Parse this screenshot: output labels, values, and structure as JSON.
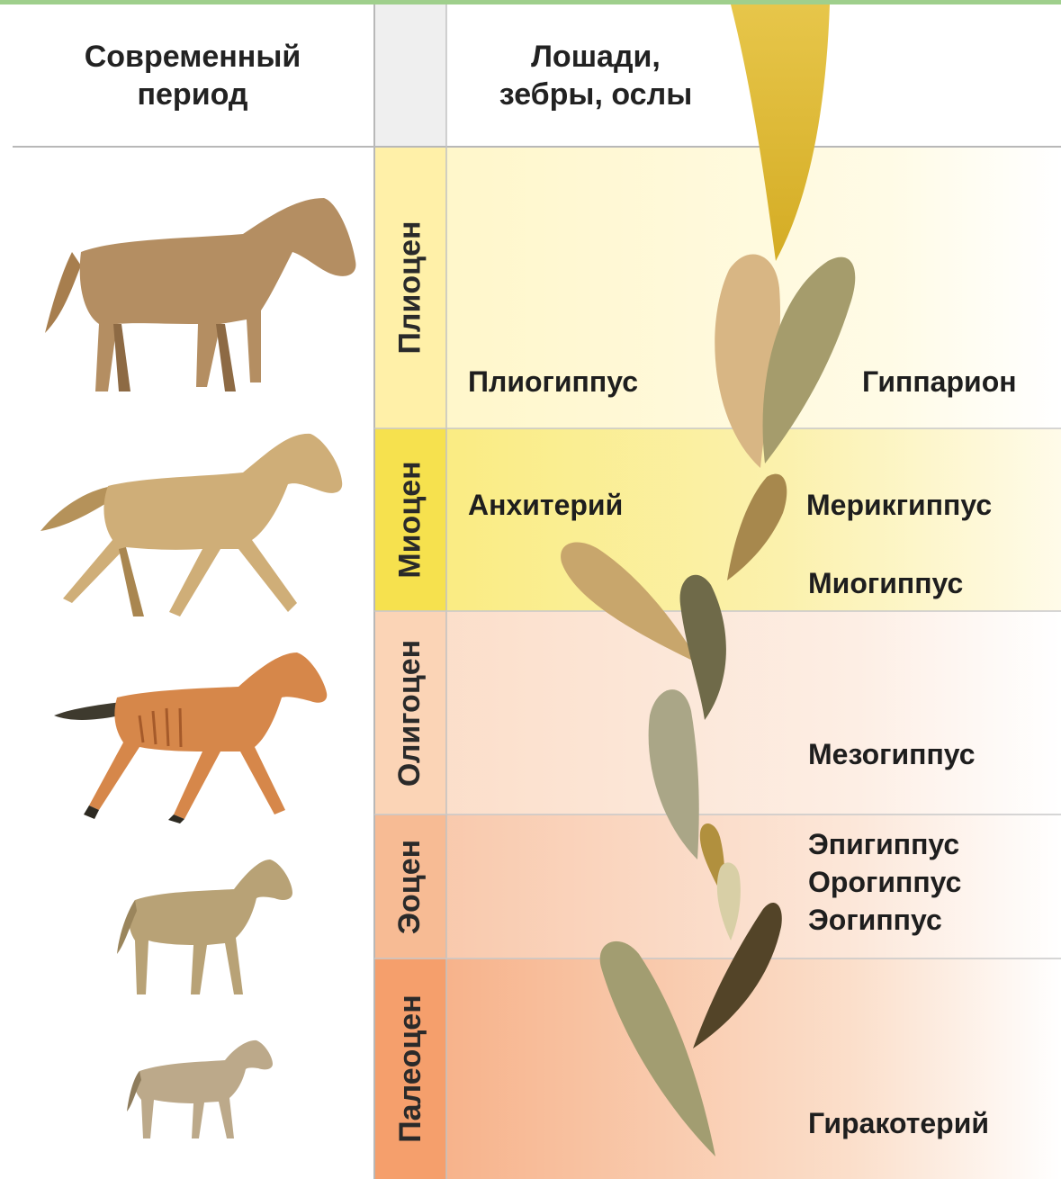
{
  "header": {
    "modern_period": "Современный\nпериод",
    "horses": "Лошади,\nзебры, ослы"
  },
  "eras": [
    {
      "name": "Плиоцен",
      "color": "#fff6c4"
    },
    {
      "name": "Миоцен",
      "color": "#f9e86a"
    },
    {
      "name": "Олигоцен",
      "color": "#fbd9c0"
    },
    {
      "name": "Эоцен",
      "color": "#f8c2a0"
    },
    {
      "name": "Палеоцен",
      "color": "#f6a97a"
    }
  ],
  "species": {
    "pliohippus": "Плиогиппус",
    "hipparion": "Гиппарион",
    "anchitherium": "Анхитерий",
    "merychippus": "Мерикгиппус",
    "miohippus": "Миогиппус",
    "mesohippus": "Мезогиппус",
    "epihippus": "Эпигиппус",
    "orohippus": "Орогиппус",
    "eohippus": "Эогиппус",
    "hyracotherium": "Гиракотерий"
  },
  "colors": {
    "modern_branch": "#dcb832",
    "grid_line": "#b8b8b8",
    "top_border": "#9fcf8c"
  }
}
